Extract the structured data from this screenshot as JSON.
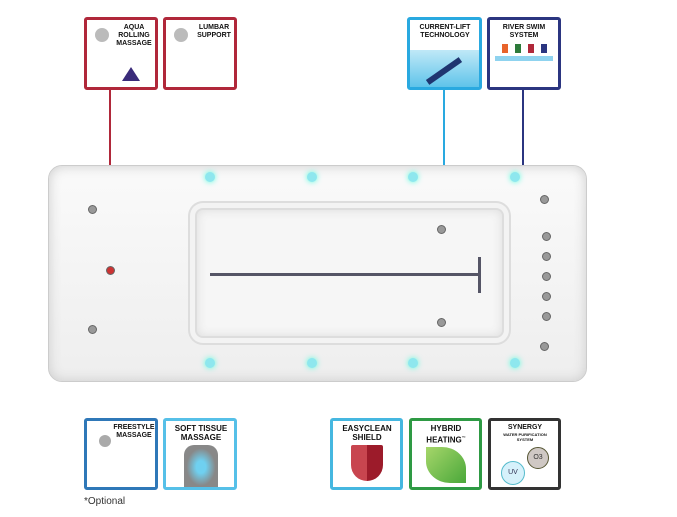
{
  "features_top": [
    {
      "id": "aqua",
      "label": "AQUA ROLLING MASSAGE",
      "color": "#b0283a"
    },
    {
      "id": "lumbar",
      "label": "LUMBAR SUPPORT",
      "color": "#b0283a"
    },
    {
      "id": "current",
      "label": "CURRENT-LIFT TECHNOLOGY",
      "color": "#29a9e0"
    },
    {
      "id": "river",
      "label": "RIVER SWIM SYSTEM",
      "color": "#2b3580"
    }
  ],
  "features_bottom": [
    {
      "id": "freestyle",
      "label": "FREESTYLE MASSAGE",
      "color": "#2f78b8"
    },
    {
      "id": "soft",
      "label": "SOFT TISSUE MASSAGE",
      "color": "#56c0e8"
    },
    {
      "id": "easyclean",
      "label": "EASYCLEAN SHIELD",
      "color": "#45b7e0"
    },
    {
      "id": "hybrid",
      "label": "HYBRID HEATING",
      "trademark": "™",
      "color": "#2e9a44"
    },
    {
      "id": "synergy",
      "label": "SYNERGY",
      "sublabel": "WATER PURIFICATION SYSTEM",
      "uv": "UV",
      "o3": "O3",
      "color": "#333333"
    }
  ],
  "footnote": "*Optional"
}
